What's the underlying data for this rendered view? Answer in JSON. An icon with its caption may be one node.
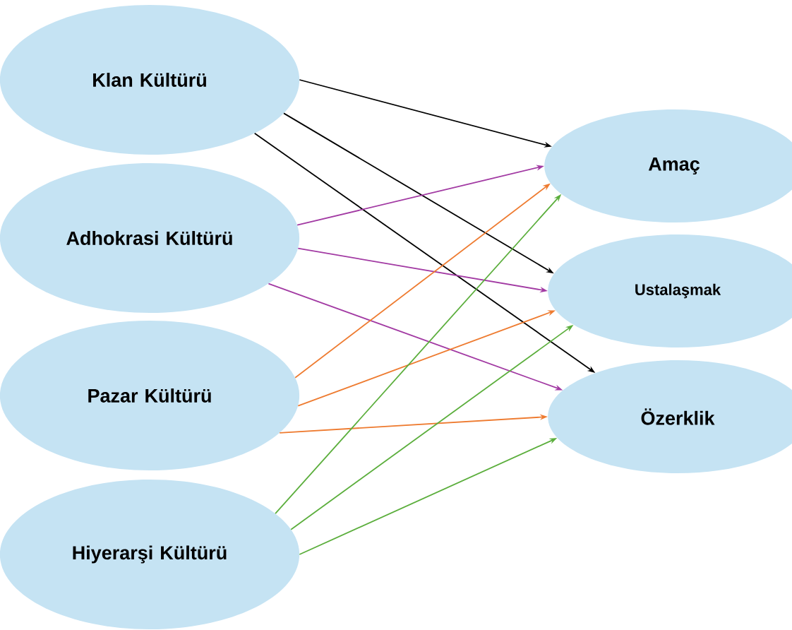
{
  "diagram": {
    "nodes": [
      {
        "text": [
          "Klan Kültürü"
        ]
      },
      {
        "text": [
          "Adhokrasi Kültürü"
        ]
      },
      {
        "text": [
          "Pazar Kültürü"
        ]
      },
      {
        "text": [
          "Hiyerarşi Kültürü"
        ]
      },
      {
        "text": [
          "Amaç"
        ]
      },
      {
        "text": [
          "Ustalaşmak"
        ]
      },
      {
        "text": [
          "Özerklik"
        ]
      }
    ],
    "edges": [
      {
        "from": 0,
        "to": 4,
        "arrow": "to",
        "color": "#000000"
      },
      {
        "from": 0,
        "to": 5,
        "arrow": "to",
        "color": "#000000"
      },
      {
        "from": 0,
        "to": 6,
        "arrow": "to",
        "color": "#000000"
      },
      {
        "from": 1,
        "to": 4,
        "arrow": "to",
        "color": "#a23aa3"
      },
      {
        "from": 1,
        "to": 5,
        "arrow": "to",
        "color": "#a23aa3"
      },
      {
        "from": 1,
        "to": 6,
        "arrow": "to",
        "color": "#a23aa3"
      },
      {
        "from": 2,
        "to": 4,
        "arrow": "to",
        "color": "#ee7b30"
      },
      {
        "from": 2,
        "to": 5,
        "arrow": "to",
        "color": "#ee7b30"
      },
      {
        "from": 2,
        "to": 6,
        "arrow": "to",
        "color": "#ee7b30"
      },
      {
        "from": 3,
        "to": 4,
        "arrow": "to",
        "color": "#5bae3c"
      },
      {
        "from": 3,
        "to": 5,
        "arrow": "to",
        "color": "#5bae3c"
      },
      {
        "from": 3,
        "to": 6,
        "arrow": "to",
        "color": "#5bae3c"
      }
    ]
  }
}
